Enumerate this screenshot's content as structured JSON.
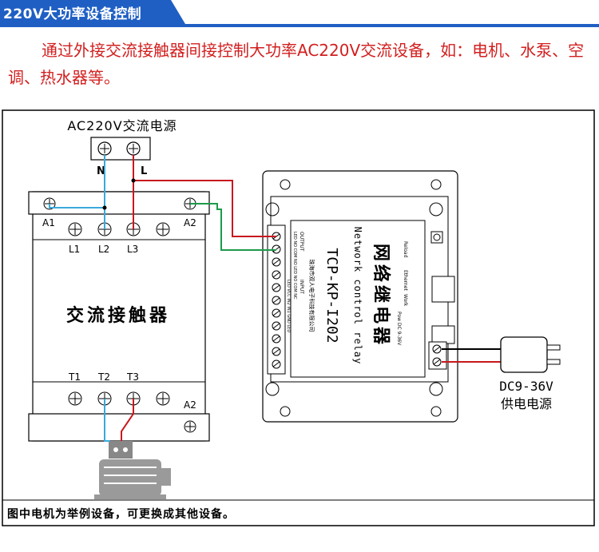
{
  "header": {
    "title": "220V大功率设备控制"
  },
  "intro": {
    "text": "通过外接交流接触器间接控制大功率AC220V交流设备，如：电机、水泵、空调、热水器等。"
  },
  "diagram": {
    "ac_source_label": "AC220V交流电源",
    "n_label": "N",
    "l_label": "L",
    "contactor": {
      "label": "交流接触器",
      "a1": "A1",
      "a2": "A2",
      "a2_bottom": "A2",
      "l1": "L1",
      "l2": "L2",
      "l3": "L3",
      "t1": "T1",
      "t2": "T2",
      "t3": "T3"
    },
    "relay": {
      "name": "网络继电器",
      "name_en": "Network control relay",
      "model": "TCP-KP-I202",
      "terminal_row1": "LED NO COM NO LED NO COM NC",
      "terminal_row2": "LED VCC IN2 IN1 GND LED",
      "output_label": "OUTPUT",
      "input_label": "INPUT",
      "reload": "Reload",
      "ethernet": "Ethernet",
      "work": "Work",
      "power": "Pow DC 9-36V",
      "company": "珠海市双人电子科技有限公司"
    },
    "dc_label_line1": "DC9-36V",
    "dc_label_line2": "供电电源"
  },
  "footer": {
    "note": "图中电机为举例设备，可更换成其他设备。"
  },
  "colors": {
    "blue": "#1f5fc4",
    "red": "#d21f1f",
    "wire_red": "#c8181e",
    "wire_blue": "#3aa9dc",
    "wire_green": "#1d9a4a"
  }
}
